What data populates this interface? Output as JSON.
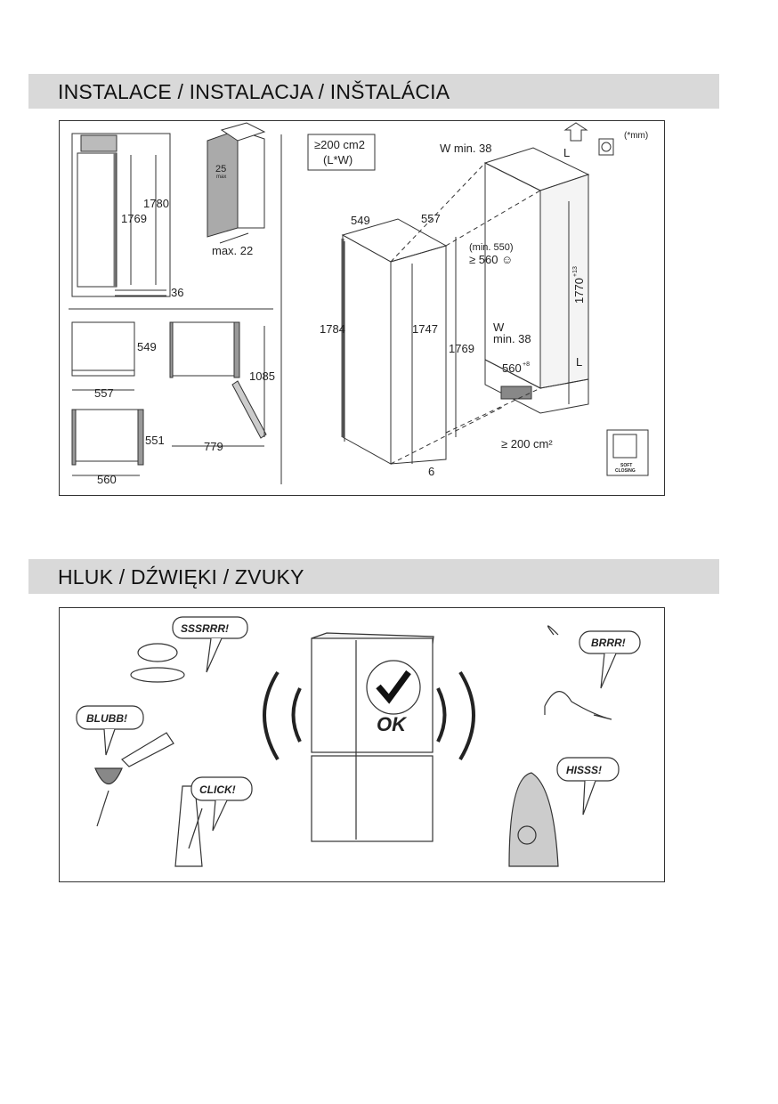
{
  "installation": {
    "title": "INSTALACE / INSTALACJA / INŠTALÁCIA",
    "left": {
      "side_heights": [
        "1780",
        "1769"
      ],
      "gap": "36",
      "door_load": "25",
      "door_load_unit": "max",
      "door_thickness": "max. 22",
      "top_view_depth": "549",
      "top_view_width": "557",
      "niche_depth": "551",
      "niche_width": "560",
      "door_open_depth": "1085",
      "door_open_width": "779"
    },
    "right": {
      "ventilation_box": [
        "≥200 cm2",
        "(L*W)"
      ],
      "unit_note": "(*mm)",
      "top_gap": "W min. 38",
      "top_L": "L",
      "depth": "549",
      "width": "557",
      "niche_depth_min": "(min. 550)",
      "niche_depth_rec": "≥ 560 ☺",
      "niche_height": "1770",
      "niche_height_tol": "+13",
      "height_total": "1784",
      "height_body": "1747",
      "height_frame": "1769",
      "bottom_gap_w": "W",
      "bottom_gap_min": "min. 38",
      "niche_width": "560",
      "niche_width_tol": "+8",
      "bottom_L": "L",
      "vent_area": "≥ 200 cm²",
      "foot": "6",
      "soft_closing": [
        "SOFT",
        "CLOSING"
      ]
    }
  },
  "noise": {
    "title": "HLUK / DŹWIĘKI / ZVUKY",
    "bubbles": {
      "fly": "SSSRRR!",
      "wine": "BLUBB!",
      "metronome": "CLICK!",
      "cat": "BRRR!",
      "iron": "HISSS!"
    },
    "ok": "OK"
  }
}
